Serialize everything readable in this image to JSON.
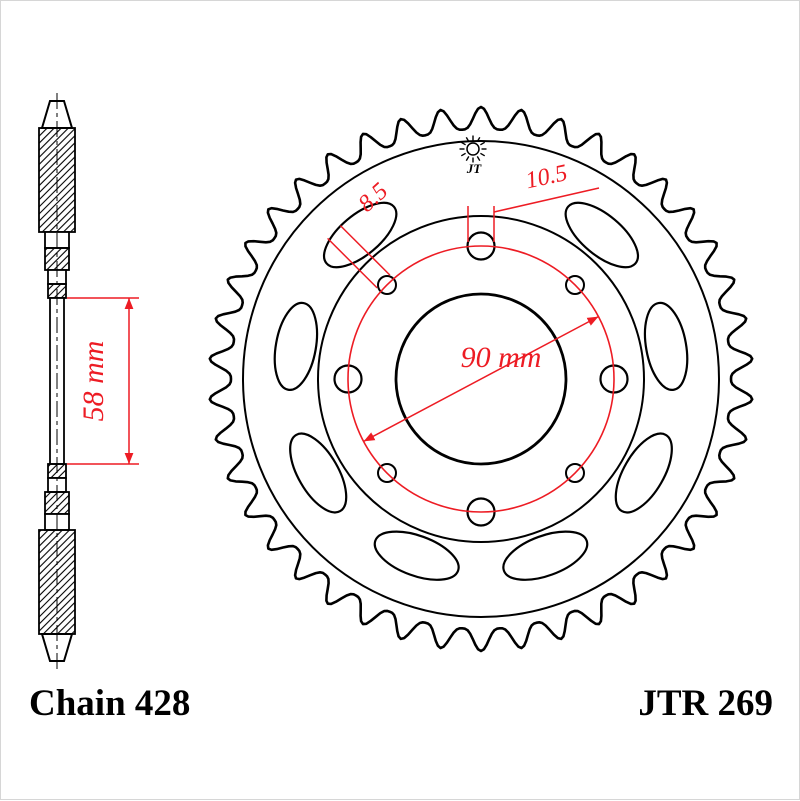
{
  "colors": {
    "ink": "#000000",
    "dimension": "#ed1c24",
    "background": "#ffffff"
  },
  "footer": {
    "chain_label": "Chain 428",
    "model_label": "JTR 269"
  },
  "dimensions": {
    "bore_side": {
      "label": "58 mm",
      "value": 58,
      "unit": "mm"
    },
    "small_hole": {
      "label": "8.5",
      "value": 8.5,
      "unit": "mm"
    },
    "large_hole": {
      "label": "10.5",
      "value": 10.5,
      "unit": "mm"
    },
    "bolt_circle": {
      "label": "90 mm",
      "value": 90,
      "unit": "mm"
    }
  },
  "logo": {
    "text": "JT"
  },
  "sprocket": {
    "teeth": 42,
    "oval_cutout_angles_deg": [
      130,
      170,
      210,
      250,
      290,
      330,
      10,
      50
    ],
    "large_hole_angles_deg": [
      90,
      0,
      180,
      270
    ],
    "small_hole_angles_deg": [
      45,
      135,
      225,
      315
    ]
  }
}
